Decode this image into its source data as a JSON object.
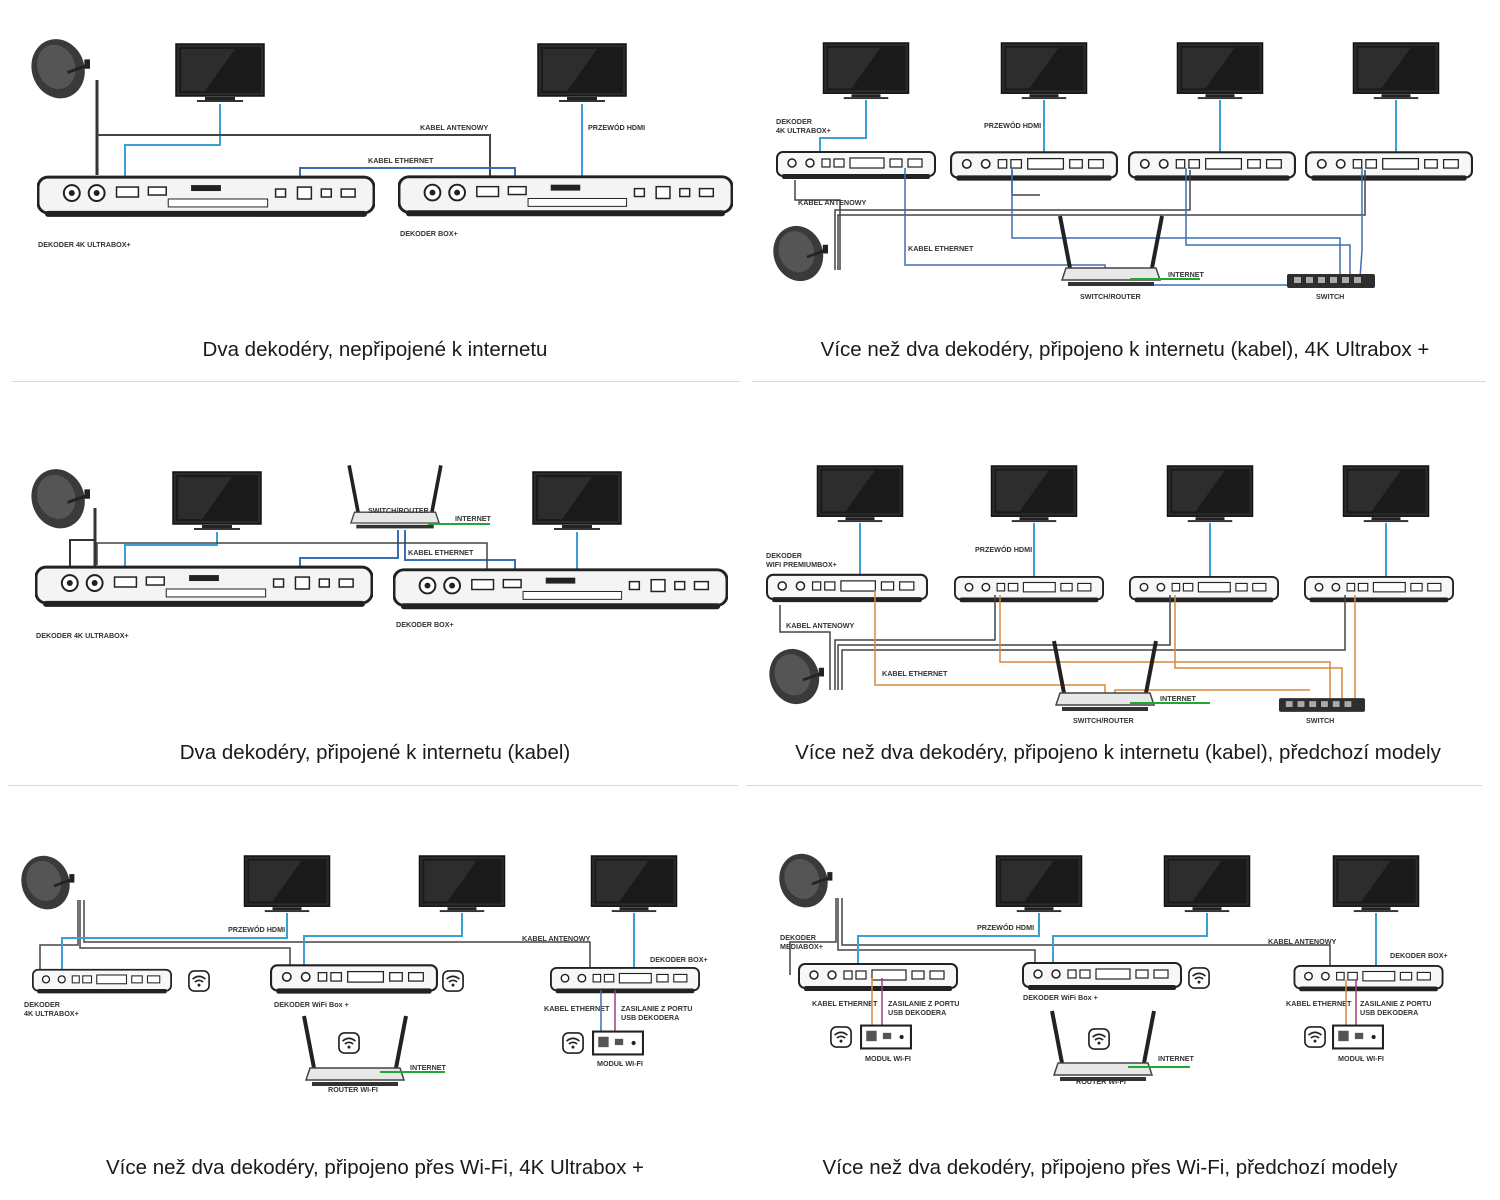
{
  "colors": {
    "hdmi": "#3b9fd6",
    "ethernet_blue": "#3b6fb5",
    "ethernet_orange": "#d6893a",
    "internet": "#1fa838",
    "antenna": "#444444"
  },
  "labels": {
    "kabel_antenowy": "KABEL ANTENOWY",
    "kabel_ethernet": "KABEL ETHERNET",
    "przewod_hdmi": "PRZEWÓD HDMI",
    "internet": "INTERNET",
    "switch_router": "SWITCH/ROUTER",
    "switch": "SWITCH",
    "router_wifi": "ROUTER WI-FI",
    "modul_wifi": "MODUŁ WI-FI",
    "zasilanie": "ZASILANIE Z PORTU",
    "usb_dekodera": "USB DEKODERA",
    "dekoder_4k": "DEKODER 4K ULTRABOX+",
    "dekoder_box": "DEKODER BOX+",
    "dekoder_wifi_box": "DEKODER WiFi Box +",
    "dekoder_4k_line1": "DEKODER",
    "dekoder_4k_line2": "4K ULTRABOX+",
    "dekoder_wifi_premium_line1": "DEKODER",
    "dekoder_wifi_premium_line2": "WIFI PREMIUMBOX+",
    "dekoder_mediabox_line1": "DEKODER",
    "dekoder_mediabox_line2": "MEDIABOX+"
  },
  "captions": {
    "p1": "Dva dekodéry, nepřipojené k internetu",
    "p2": "Více než dva dekodéry, připojeno k internetu (kabel), 4K Ultrabox +",
    "p3": "Dva dekodéry, připojené k internetu (kabel)",
    "p4": "Více než dva dekodéry, připojeno k internetu (kabel), předchozí modely",
    "p5": "Více než dva dekodéry, připojeno přes Wi-Fi, 4K Ultrabox +",
    "p6": "Více než dva dekodéry, připojeno přes Wi-Fi, předchozí modely"
  }
}
